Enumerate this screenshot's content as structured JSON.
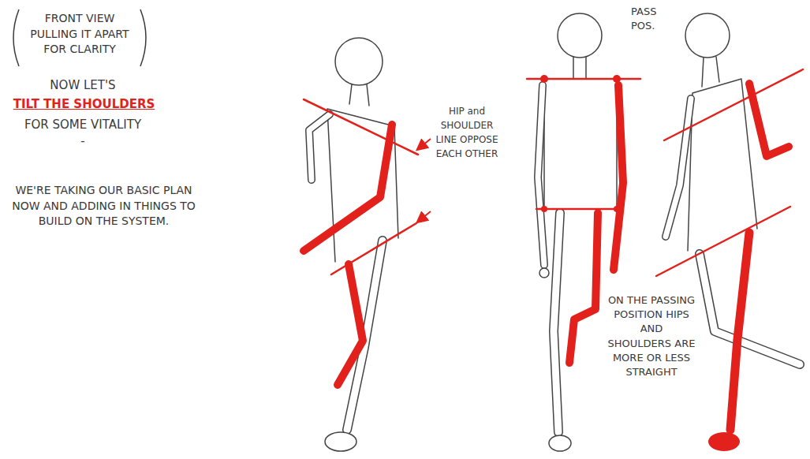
{
  "diagram": {
    "labels": [
      "FRONT VIEW PULLING IT APART FOR CLARITY",
      "NOW LET'S",
      "TILT THE SHOULDERS",
      "FOR SOME VITALITY -",
      "WE'RE TAKING OUR BASIC PLAN NOW AND ADDING IN THINGS TO BUILD ON THE SYSTEM.",
      "PASS POS.",
      "HIP and SHOULDER LINE OPPOSE EACH OTHER",
      "ON THE PASSING POSITION HIPS AND SHOULDERS ARE MORE OR LESS STRAIGHT"
    ]
  }
}
